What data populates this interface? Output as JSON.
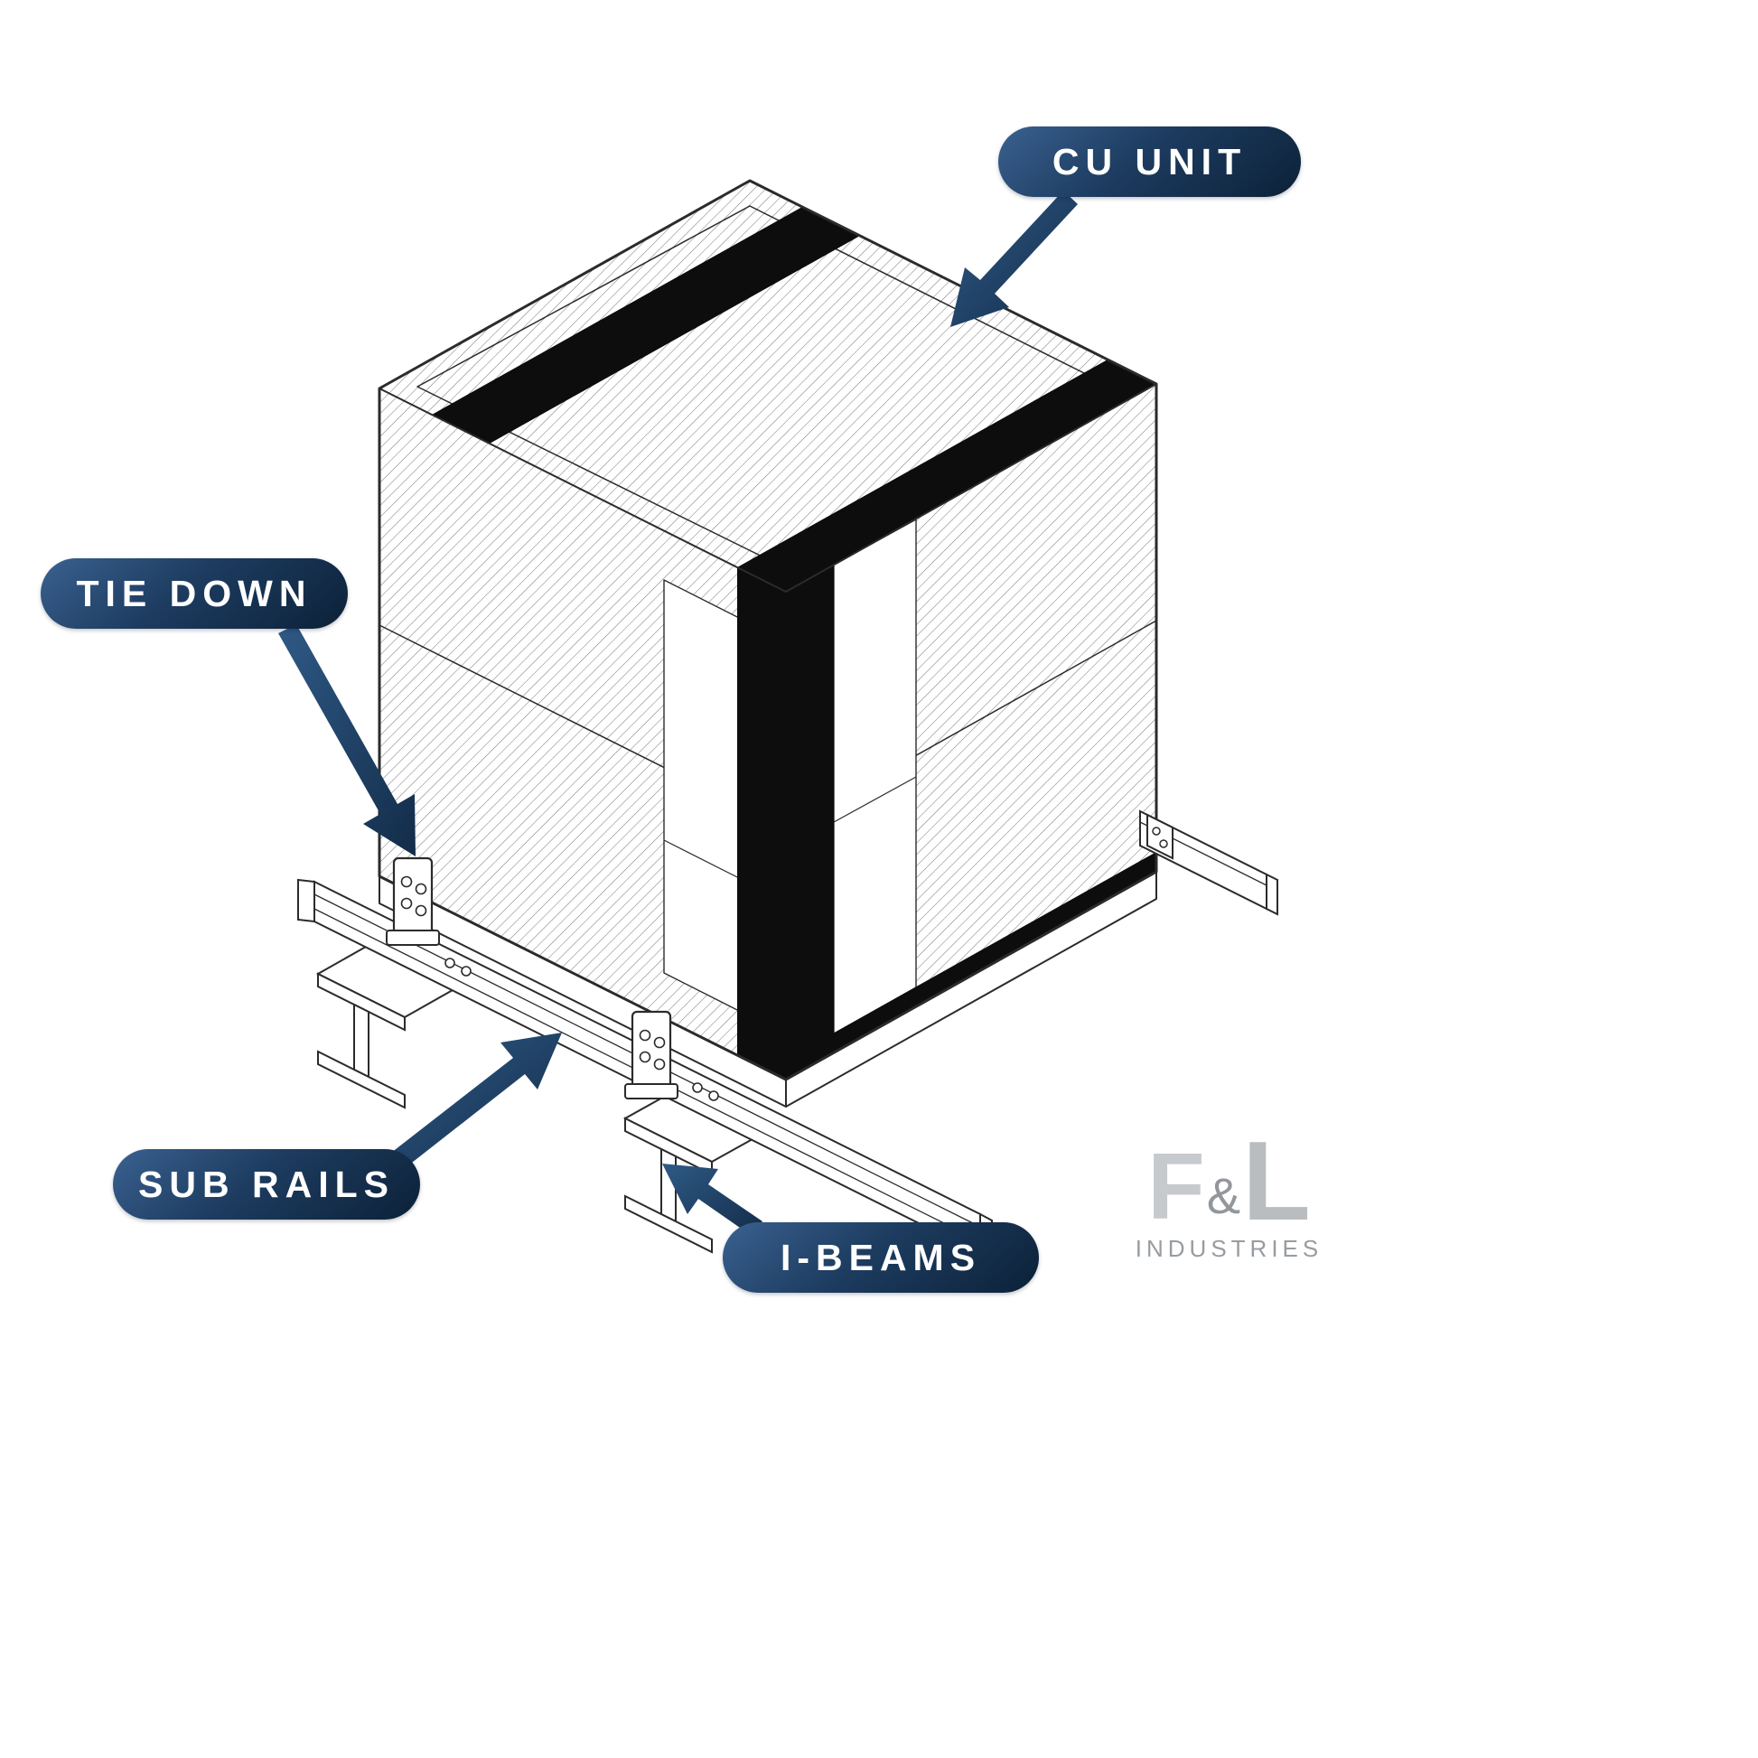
{
  "diagram": {
    "labels": {
      "cu_unit": "CU UNIT",
      "tie_down": "TIE DOWN",
      "sub_rails": "SUB RAILS",
      "i_beams": "I-BEAMS"
    },
    "logo": {
      "f": "F",
      "amp": "&",
      "l": "L",
      "subtitle": "INDUSTRIES"
    },
    "colors": {
      "badge_start": "#3a6190",
      "badge_end": "#0c2138",
      "arrow": "#1e4063",
      "line": "#2b2b2b",
      "strap": "#0d0d0d",
      "logo_gray": "#b4b8bb"
    }
  }
}
